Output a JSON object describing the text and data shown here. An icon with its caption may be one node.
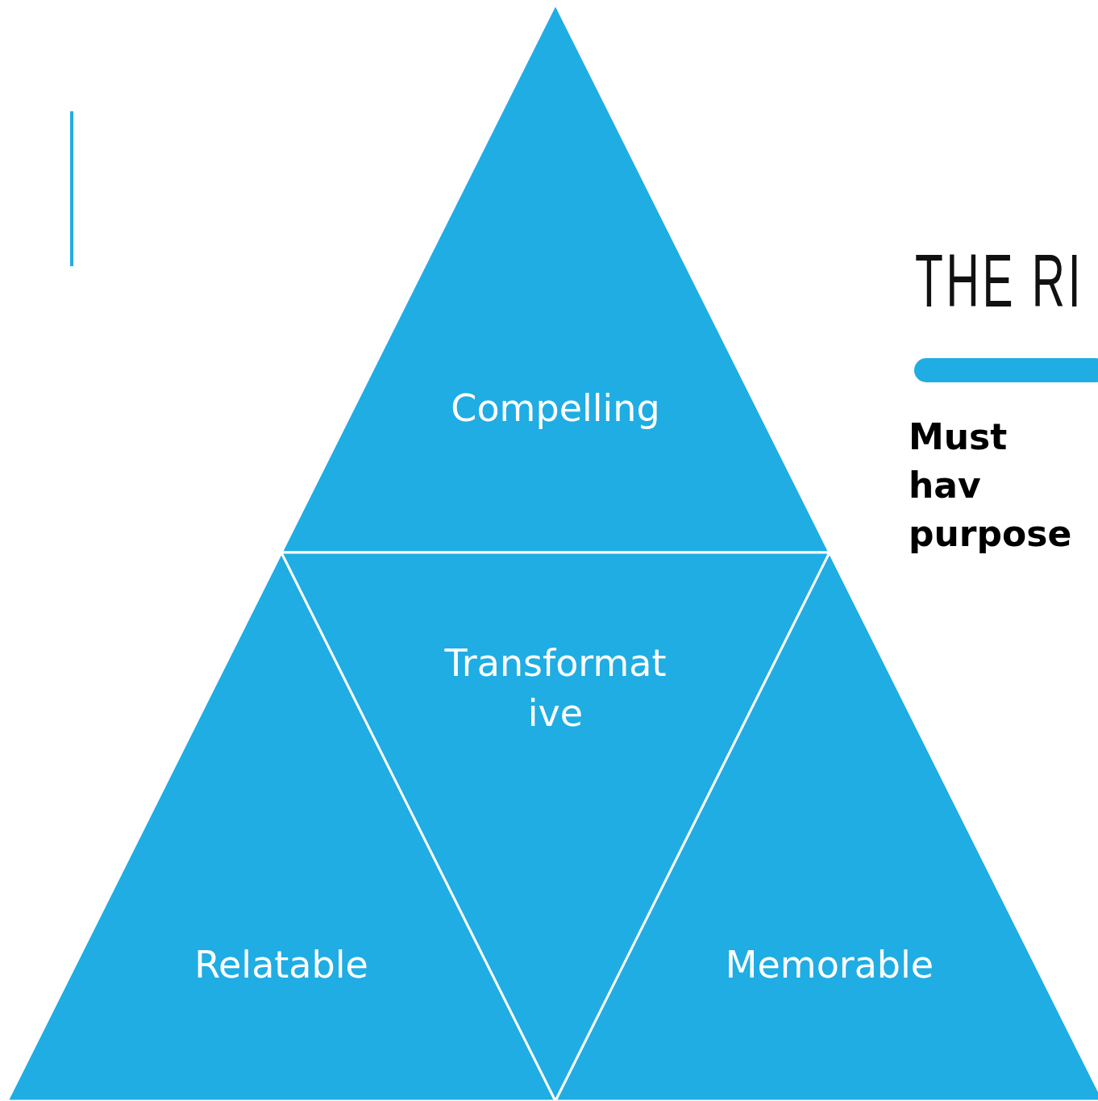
{
  "diagram": {
    "title": "THE RI",
    "nodes": [
      {
        "text": [
          "Compelling"
        ]
      },
      {
        "text": [
          "Relatable"
        ]
      },
      {
        "text": [
          "Transformat ive"
        ]
      },
      {
        "text": [
          "Memorable"
        ]
      }
    ],
    "edges": [],
    "labels": [
      "Must hav purpose"
    ]
  }
}
